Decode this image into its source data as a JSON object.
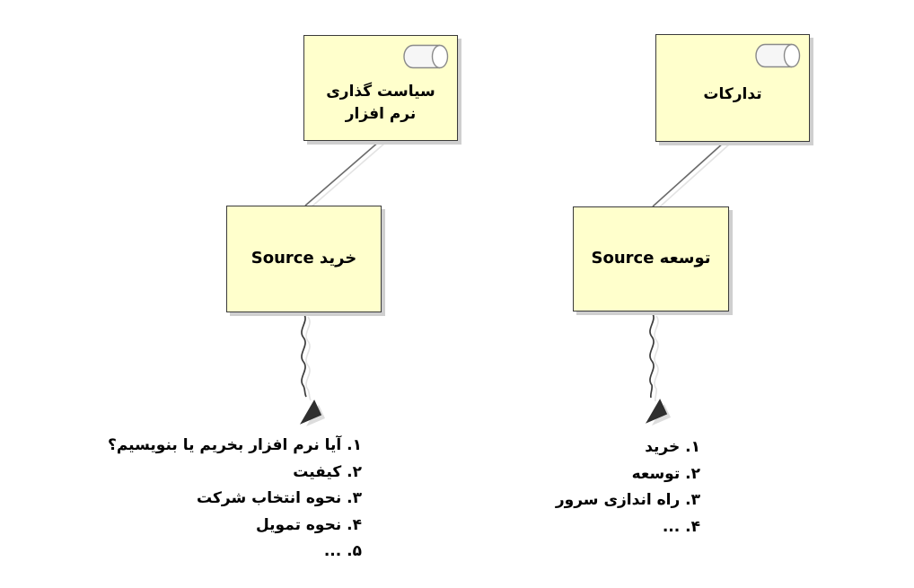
{
  "diagram": {
    "title": "software-procurement-diagram",
    "colors": {
      "box_fill": "#FFFFCC",
      "box_border": "#3A3A3A",
      "box_shadow": "#CFCFCF",
      "connector": "#6B6B6B",
      "connector_shadow": "#E3E3E3",
      "arrow": "#2F2F2F",
      "cylinder_fill": "#F6F6F6",
      "cylinder_border": "#8A8A8A"
    },
    "boxes": {
      "policy": {
        "line1": "سیاست گذاری",
        "line2": "نرم افزار",
        "icon": "cylinder-icon"
      },
      "procurement": {
        "label": "تدارکات",
        "icon": "cylinder-icon"
      },
      "buy": {
        "label": "خرید Source"
      },
      "develop": {
        "label": "توسعه Source"
      }
    },
    "lists": {
      "left": {
        "items": [
          "۱. آیا نرم افزار بخریم یا بنویسیم؟",
          "۲. کیفیت",
          "۳. نحوه انتخاب شرکت",
          "۴. نحوه تمویل",
          "۵. ..."
        ]
      },
      "right": {
        "items": [
          "۱. خرید",
          "۲. توسعه",
          "۳. راه اندازی سرور",
          "۴. ..."
        ]
      }
    }
  }
}
